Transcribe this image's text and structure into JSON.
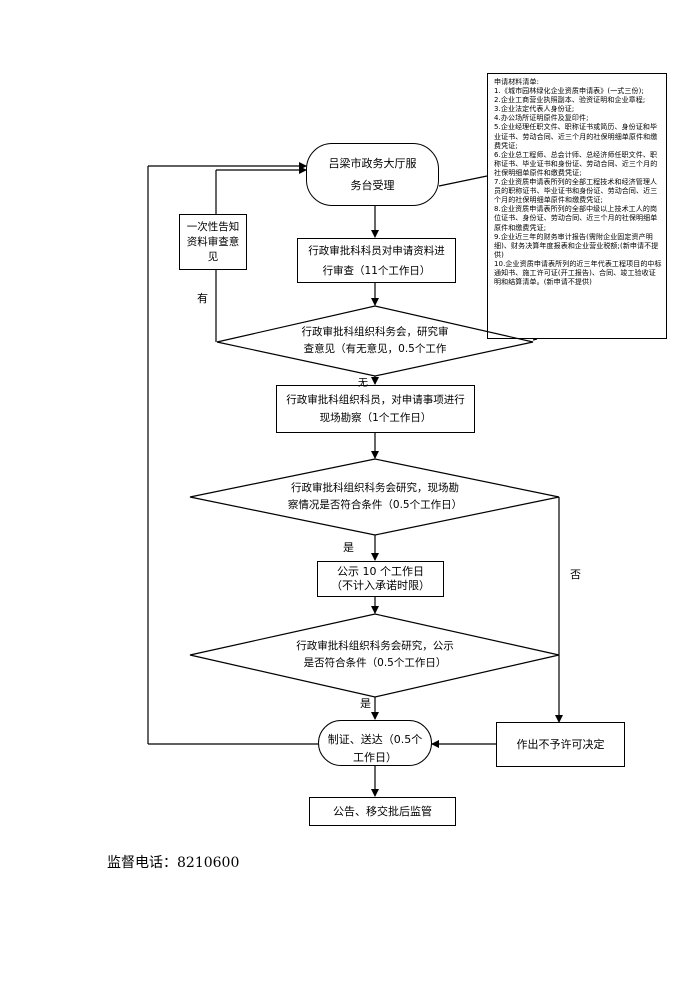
{
  "nodes": {
    "start": "吕梁市政务大厅服\n务台受理",
    "side_note": "一次性告知\n资料审查意\n见",
    "review": "行政审批科科员对申请资料进\n行审查（11个工作日）",
    "meeting1": "行政审批科组织科务会，研究审\n查意见（有无意见，0.5个工作",
    "onsite": "行政审批科组织科员，对申请事项进行\n现场勘察（1个工作日）",
    "meeting2": "行政审批科组织科务会研究，现场勘\n察情况是否符合条件（0.5个工作日）",
    "publicity_line1": "公示 10 个工作日",
    "publicity_line2": "（不计入承诺时限）",
    "meeting3": "行政审批科组织科务会研究，公示\n是否符合条件（0.5个工作日）",
    "certify": "制证、送达（0.5个\n工作日）",
    "refuse": "作出不予许可决定",
    "announce": "公告、移交批后监管"
  },
  "labels": {
    "has": "有",
    "none": "无",
    "yes1": "是",
    "yes2": "是",
    "no": "否"
  },
  "materials": "申请材料清单:\n1.《城市园林绿化企业资质申请表》(一式三份);\n2.企业工商营业执照副本、验资证明和企业章程;\n3.企业法定代表人身份证;\n4.办公场所证明原件及复印件;\n5.企业经理任职文件、职称证书或简历、身份证和毕业证书、劳动合同、近三个月的社保明细单原件和缴费凭证;\n6.企业总工程师、总会计师、总经济师任职文件、职称证书、毕业证书和身份证、劳动合同、近三个月的社保明细单原件和缴费凭证;\n7.企业资质申请表所列的全部工程技术和经济管理人员的职称证书、毕业证书和身份证、劳动合同、近三个月的社保明细单原件和缴费凭证;\n8.企业资质申请表所列的全部中级以上技术工人的岗位证书、身份证、劳动合同、近三个月的社保明细单原件和缴费凭证;\n9.企业近三年的财务审计报告(需附企业固定资产明细)、财务决算年度报表和企业营业税额;(新申请不提供)\n10.企业资质申请表所列的近三年代表工程项目的中标通知书、施工许可证(开工报告)、合同、竣工验收证明和结算清单。(新申请不提供)",
  "footer": {
    "phone": "监督电话：8210600"
  }
}
